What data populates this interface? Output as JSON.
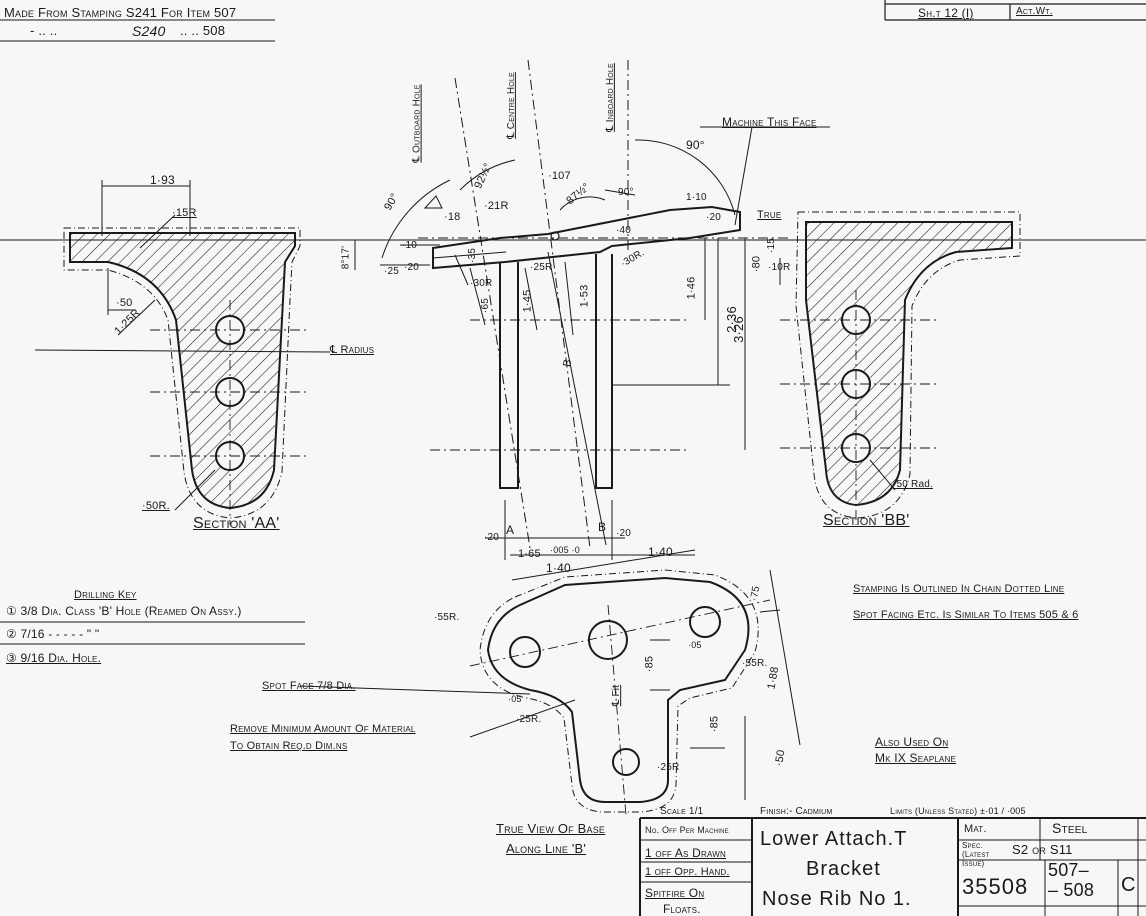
{
  "header": {
    "stamping_line1": "Made From Stamping S241 For Item 507",
    "stamping_line2_dashes": "-   ..   ..",
    "stamping_line2_num": "S240",
    "stamping_line2_tail": "..   ..   508",
    "sheet_ref": "Sh.t 12 (I)",
    "act_wt": "Act.Wt."
  },
  "views": {
    "section_aa": "Section 'AA'",
    "section_bb": "Section 'BB'",
    "true_view_line1": "True View Of Base",
    "true_view_line2": "Along Line 'B'"
  },
  "labels": {
    "outboard_hole": "℄ Outboard Hole",
    "centre_hole": "℄ Centre Hole",
    "inboard_hole": "℄ Inboard Hole",
    "machine_face": "Machine This Face",
    "radius": "℄ Radius",
    "true": "True",
    "spot_face": "Spot Face 7/8 Dia.",
    "remove_line1": "Remove Minimum Amount Of Material",
    "remove_line2": "To Obtain Req.d Dim.ns",
    "stamping_note": "Stamping Is Outlined In Chain Dotted Line",
    "spot_note": "Spot Facing Etc. Is Similar To Items 505 & 6",
    "also_used_1": "Also Used On",
    "also_used_2": "Mk IX Seaplane",
    "fit": "℄ Fit"
  },
  "dims": {
    "d193": "1·93",
    "r15": "·15R",
    "r125": "1·25R",
    "d50": "·50",
    "r50a": "·50R.",
    "a90l": "90°",
    "d18": "·18",
    "r21": "·21R",
    "a92": "92½°",
    "d107": "·107",
    "a87": "87½°",
    "a90r": "90°",
    "a90top": "90°",
    "d110": "1·10",
    "d20t": "·20",
    "d40": "·40",
    "a817": "8°17'",
    "d10": "·10",
    "d25": "·25",
    "d20": "·20",
    "d35": "·35",
    "r30l": "·30R",
    "r25": "·25R",
    "r30r": "·30R.",
    "d65": "·65",
    "d145": "1·45",
    "d153": "1·53",
    "d146": "1·46",
    "d236": "2·36",
    "d326": "3·26",
    "d80": "·80",
    "d15": "·15",
    "r10": "·10R",
    "d20a": "·20",
    "d20b": "·20",
    "d165": "1·65",
    "d005": "·005 ·0",
    "d140a": "1·40",
    "d140b": "1·40",
    "r50rad": "·50 Rad.",
    "r55a": "·55R.",
    "r55b": "·55R.",
    "d75": "·75",
    "d85a": "·85",
    "d85b": "·85",
    "d188": "1·88",
    "d50b": "·50",
    "r25b": "·25R.",
    "r25c": "·25R",
    "d05a": "·05",
    "d05b": "·05",
    "B": "B",
    "A": "A",
    "B2": "B"
  },
  "drilling_key": {
    "title": "Drilling Key",
    "items": [
      {
        "num": "①",
        "text": "3/8 Dia. Class 'B' Hole (Reamed On Assy.)"
      },
      {
        "num": "②",
        "text": "7/16  -  -  -  -  -  \"  \""
      },
      {
        "num": "③",
        "text": "9/16 Dia. Hole."
      }
    ]
  },
  "title_block": {
    "scale": "Scale 1/1",
    "finish": "Finish:- Cadmium",
    "limits": "Limits (Unless Stated) ±·01 / ·005",
    "no_off": "No. Off Per Machine",
    "off1": "1 off As Drawn",
    "off2": "1 off Opp. Hand.",
    "spitfire1": "Spitfire On",
    "spitfire2": "Floats.",
    "title1": "Lower Attach.T",
    "title2": "Bracket",
    "title3": "Nose Rib No 1.",
    "mat_label": "Mat.",
    "mat_value": "Steel",
    "spec_label": "Spec. (Latest Issue)",
    "spec_value": "S2 or S11",
    "drawing_no": "35508",
    "items1": "507–",
    "items2": "– 508",
    "issue": "C"
  }
}
